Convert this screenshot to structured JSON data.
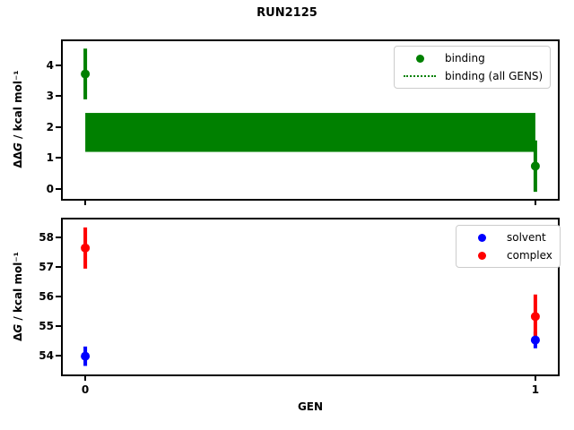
{
  "title": "RUN2125",
  "colors": {
    "binding": "#008000",
    "solvent": "#0000ff",
    "complex": "#ff0000",
    "legend_border": "#cccccc",
    "text": "#000000",
    "background": "#ffffff"
  },
  "chart_data": [
    {
      "type": "scatter",
      "subplot": "top",
      "ylabel": "ΔΔG / kcal mol⁻¹",
      "ylabel_parts": {
        "prefix": "ΔΔ",
        "symbol": "G",
        "suffix": " / kcal mol⁻¹"
      },
      "xlim": [
        -0.05,
        1.05
      ],
      "ylim": [
        -0.32,
        4.78
      ],
      "yticks": [
        0,
        1,
        2,
        3,
        4
      ],
      "xticks": [
        0,
        1
      ],
      "show_xtick_labels": false,
      "grid": false,
      "series": [
        {
          "name": "binding",
          "color": "#008000",
          "marker": "circle",
          "x": [
            0,
            1
          ],
          "y": [
            3.72,
            0.74
          ],
          "yerr": [
            0.82,
            0.83
          ]
        }
      ],
      "band": {
        "name": "binding (all GENS)",
        "color": "#008000",
        "x": [
          0,
          1
        ],
        "y_low": 1.2,
        "y_high": 2.46
      },
      "legend": {
        "position": "upper right",
        "items": [
          {
            "label": "binding",
            "swatch": "dot",
            "color": "#008000"
          },
          {
            "label": "binding (all GENS)",
            "swatch": "dotted-line",
            "color": "#008000"
          }
        ]
      }
    },
    {
      "type": "scatter",
      "subplot": "bottom",
      "xlabel": "GEN",
      "ylabel": "ΔG / kcal mol⁻¹",
      "ylabel_parts": {
        "prefix": "Δ",
        "symbol": "G",
        "suffix": " / kcal mol⁻¹"
      },
      "xlim": [
        -0.05,
        1.05
      ],
      "ylim": [
        53.35,
        58.62
      ],
      "yticks": [
        54,
        55,
        56,
        57,
        58
      ],
      "xticks": [
        0,
        1
      ],
      "xtick_labels": [
        "0",
        "1"
      ],
      "show_xtick_labels": true,
      "grid": false,
      "series": [
        {
          "name": "solvent",
          "color": "#0000ff",
          "marker": "circle",
          "x": [
            0,
            1
          ],
          "y": [
            53.97,
            54.52
          ],
          "yerr": [
            0.33,
            0.28
          ]
        },
        {
          "name": "complex",
          "color": "#ff0000",
          "marker": "circle",
          "x": [
            0,
            1
          ],
          "y": [
            57.65,
            55.32
          ],
          "yerr": [
            0.7,
            0.75
          ]
        }
      ],
      "legend": {
        "position": "upper right",
        "items": [
          {
            "label": "solvent",
            "swatch": "dot",
            "color": "#0000ff"
          },
          {
            "label": "complex",
            "swatch": "dot",
            "color": "#ff0000"
          }
        ]
      }
    }
  ]
}
